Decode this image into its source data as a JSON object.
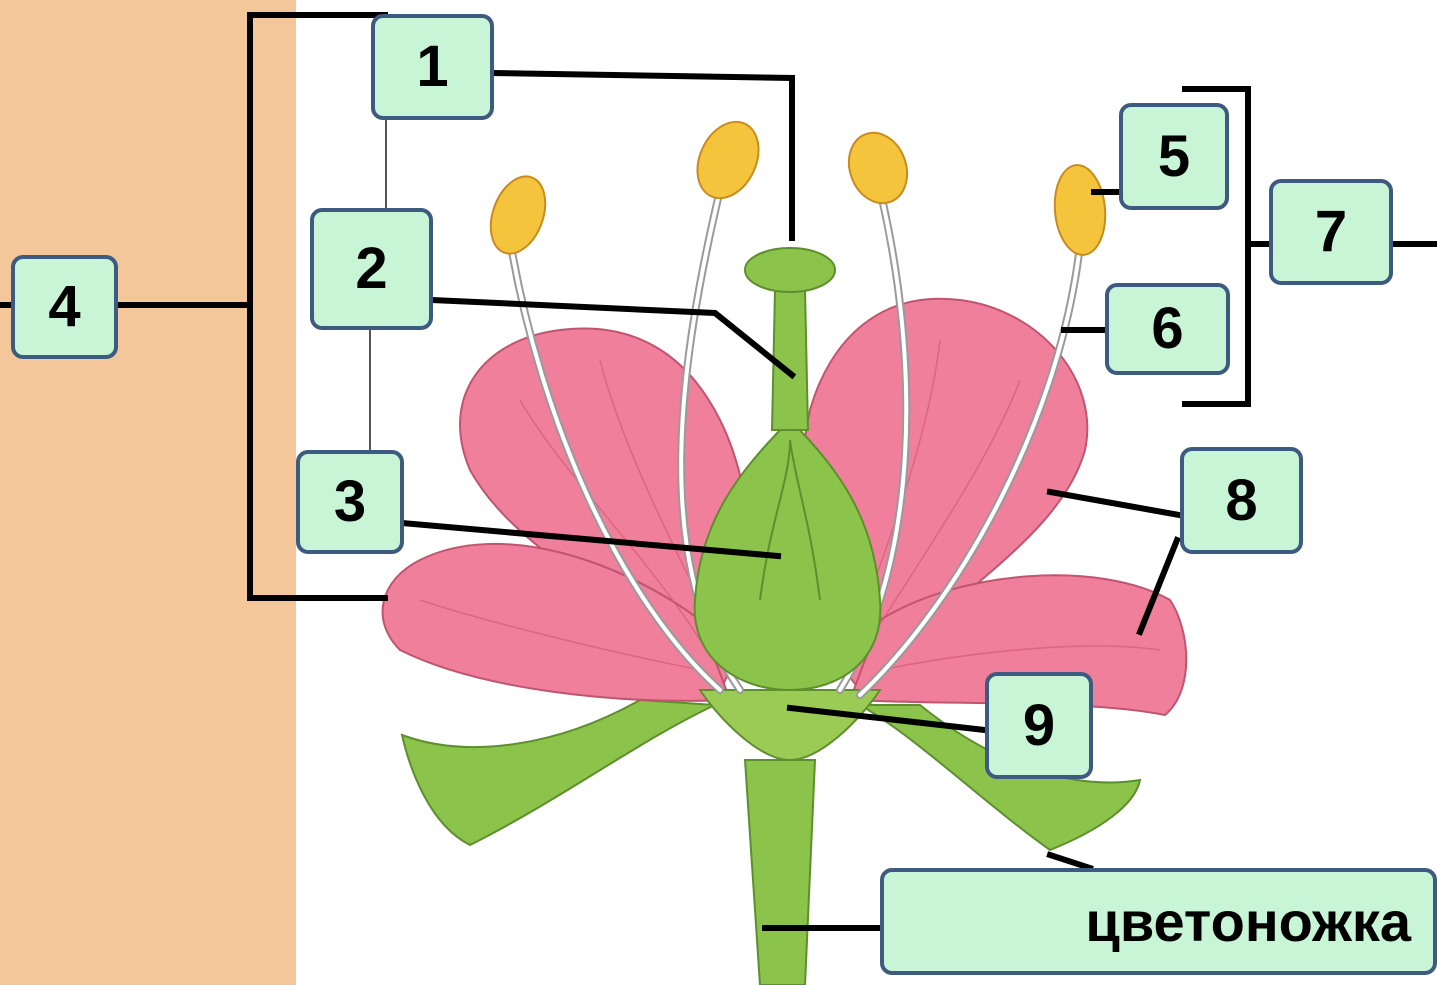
{
  "diagram": {
    "labels": {
      "n1": "1",
      "n2": "2",
      "n3": "3",
      "n4": "4",
      "n5": "5",
      "n6": "6",
      "n7": "7",
      "n8": "8",
      "n9": "9",
      "pedicel": "цветоножка"
    }
  },
  "colors": {
    "sidebar": "#f4c79a",
    "label_fill": "#c8f5d6",
    "label_border": "#3d5a80",
    "petal": "#ef7f9a",
    "green": "#8cc34a",
    "anther": "#f4c43c",
    "line": "#000000"
  }
}
